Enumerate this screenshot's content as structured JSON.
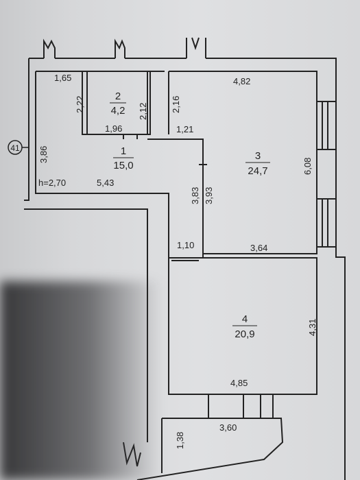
{
  "plan": {
    "axis_marker": "41",
    "ceiling_height": "h=2,70",
    "rooms": [
      {
        "number": "1",
        "area": "15,0"
      },
      {
        "number": "2",
        "area": "4,2"
      },
      {
        "number": "3",
        "area": "24,7"
      },
      {
        "number": "4",
        "area": "20,9"
      }
    ],
    "dimensions": {
      "d165": "1,65",
      "d222": "2,22",
      "d212": "2,12",
      "d196": "1,96",
      "d216": "2,16",
      "d482": "4,82",
      "d121": "1,21",
      "d386": "3,86",
      "d543": "5,43",
      "d383": "3,83",
      "d393": "3,93",
      "d608": "6,08",
      "d110": "1,10",
      "d364": "3,64",
      "d431": "4,31",
      "d485": "4,85",
      "d360": "3,60",
      "d138": "1,38"
    }
  }
}
